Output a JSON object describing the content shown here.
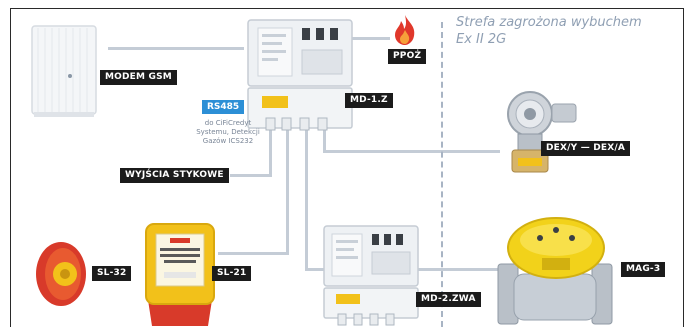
{
  "zone": {
    "title_line1": "Strefa zagrożona wybuchem",
    "title_line2": "Ex II 2G"
  },
  "labels": {
    "modem": "MODEM GSM",
    "ppoz": "PPOŻ",
    "md1z": "MD-1.Z",
    "rs485": "RS485",
    "wyjscia": "WYJŚCIA STYKOWE",
    "dex": "DEX/Y — DEX/A",
    "sl32": "SL-32",
    "sl21": "SL-21",
    "md2zwa": "MD-2.ZWA",
    "mag3": "MAG-3"
  },
  "rs485_note": [
    "do CiFiCredyt",
    "Systemu, Detekcji",
    "Gazów ICS232"
  ],
  "colors": {
    "tag_bg": "#1b1b1b",
    "rs485_bg": "#2c8fd6",
    "connector": "#c4ccd6",
    "flame": "#e0382b",
    "siren_yellow": "#f2c11a",
    "siren_red": "#d83a2a",
    "dashed_zone_line": "#a8b4c4"
  }
}
